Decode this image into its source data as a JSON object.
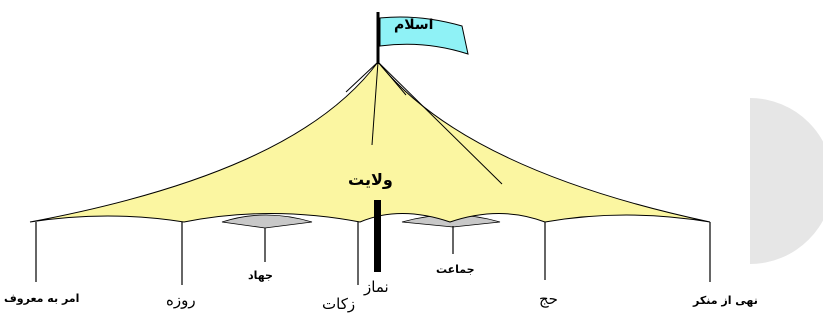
{
  "flag_text": "اسلام",
  "canopy_label": "ولایت",
  "pillars": {
    "left_edge": "امر به معروف",
    "rooze": "روزه",
    "jahad": "جهاد",
    "zakat": "زکات",
    "namaz": "نماز",
    "jamaat": "جماعت",
    "hajj": "حج",
    "right_edge": "نهی از منکر"
  },
  "colors": {
    "canopy": "#FBF6A1",
    "flag": "#8FF2F6",
    "underside": "#C8C8C8",
    "ink": "#000000"
  }
}
